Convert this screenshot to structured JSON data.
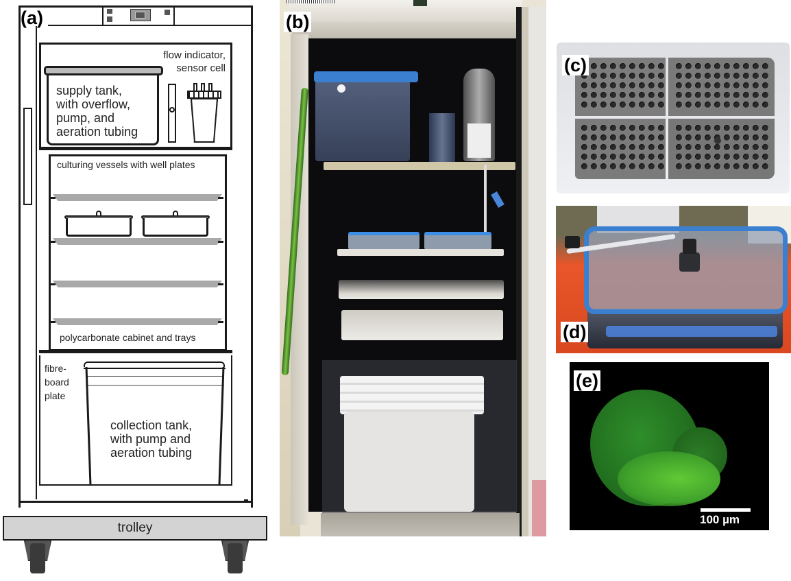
{
  "figure": {
    "panels": [
      {
        "id": "a",
        "label": "(a)",
        "type": "schematic-drawing",
        "subject": "incubator cabinet on trolley"
      },
      {
        "id": "b",
        "label": "(b)",
        "type": "photograph",
        "subject": "open incubator with culture system"
      },
      {
        "id": "c",
        "label": "(c)",
        "type": "photograph",
        "subject": "well plates in tray"
      },
      {
        "id": "d",
        "label": "(d)",
        "type": "photograph",
        "subject": "culturing vessel with tubing"
      },
      {
        "id": "e",
        "label": "(e)",
        "type": "fluorescence-micrograph",
        "subject": "green fluorescent organism"
      }
    ]
  },
  "panel_a": {
    "label": "(a)",
    "annotations": {
      "flow_indicator": "flow indicator,",
      "sensor_cell": "sensor cell",
      "supply_tank": [
        "supply tank,",
        "with overflow,",
        "pump, and",
        "aeration tubing"
      ],
      "culturing_vessels": "culturing vessels with well plates",
      "cabinet_trays": "polycarbonate cabinet and trays",
      "fibreboard": [
        "fibre-",
        "board",
        "plate"
      ],
      "collection_tank": [
        "collection tank,",
        "with pump and",
        "aeration tubing"
      ],
      "trolley": "trolley"
    },
    "display_icon": "digital-display-icon"
  },
  "panel_b": {
    "label": "(b)"
  },
  "panel_c": {
    "label": "(c)"
  },
  "panel_d": {
    "label": "(d)"
  },
  "panel_e": {
    "label": "(e)",
    "scale_bar": "100 µm"
  },
  "colors": {
    "drawing_line": "#1a1a1a",
    "tray_grey": "#a9a9a9",
    "trolley_grey": "#d3d3d3",
    "fluorescence_green": "#3fbf2a",
    "lid_blue": "#3a7fd0",
    "tray_orange": "#e8562a"
  }
}
